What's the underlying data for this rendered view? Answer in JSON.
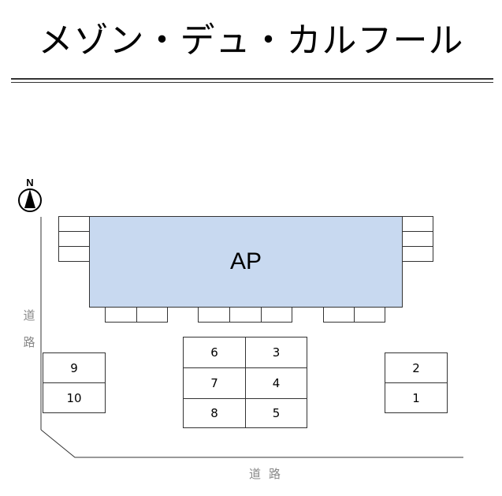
{
  "title": "メゾン・デュ・カルフール",
  "compass": {
    "label": "N"
  },
  "building": {
    "label": "AP"
  },
  "roads": {
    "side": [
      "道",
      "路"
    ],
    "bottom": "道路"
  },
  "parking": {
    "left_group": [
      "9",
      "10"
    ],
    "center_group": [
      "6",
      "3",
      "7",
      "4",
      "8",
      "5"
    ],
    "right_group": [
      "2",
      "1"
    ]
  },
  "colors": {
    "building_fill": "#c8d9f0",
    "road_label": "#888888"
  }
}
